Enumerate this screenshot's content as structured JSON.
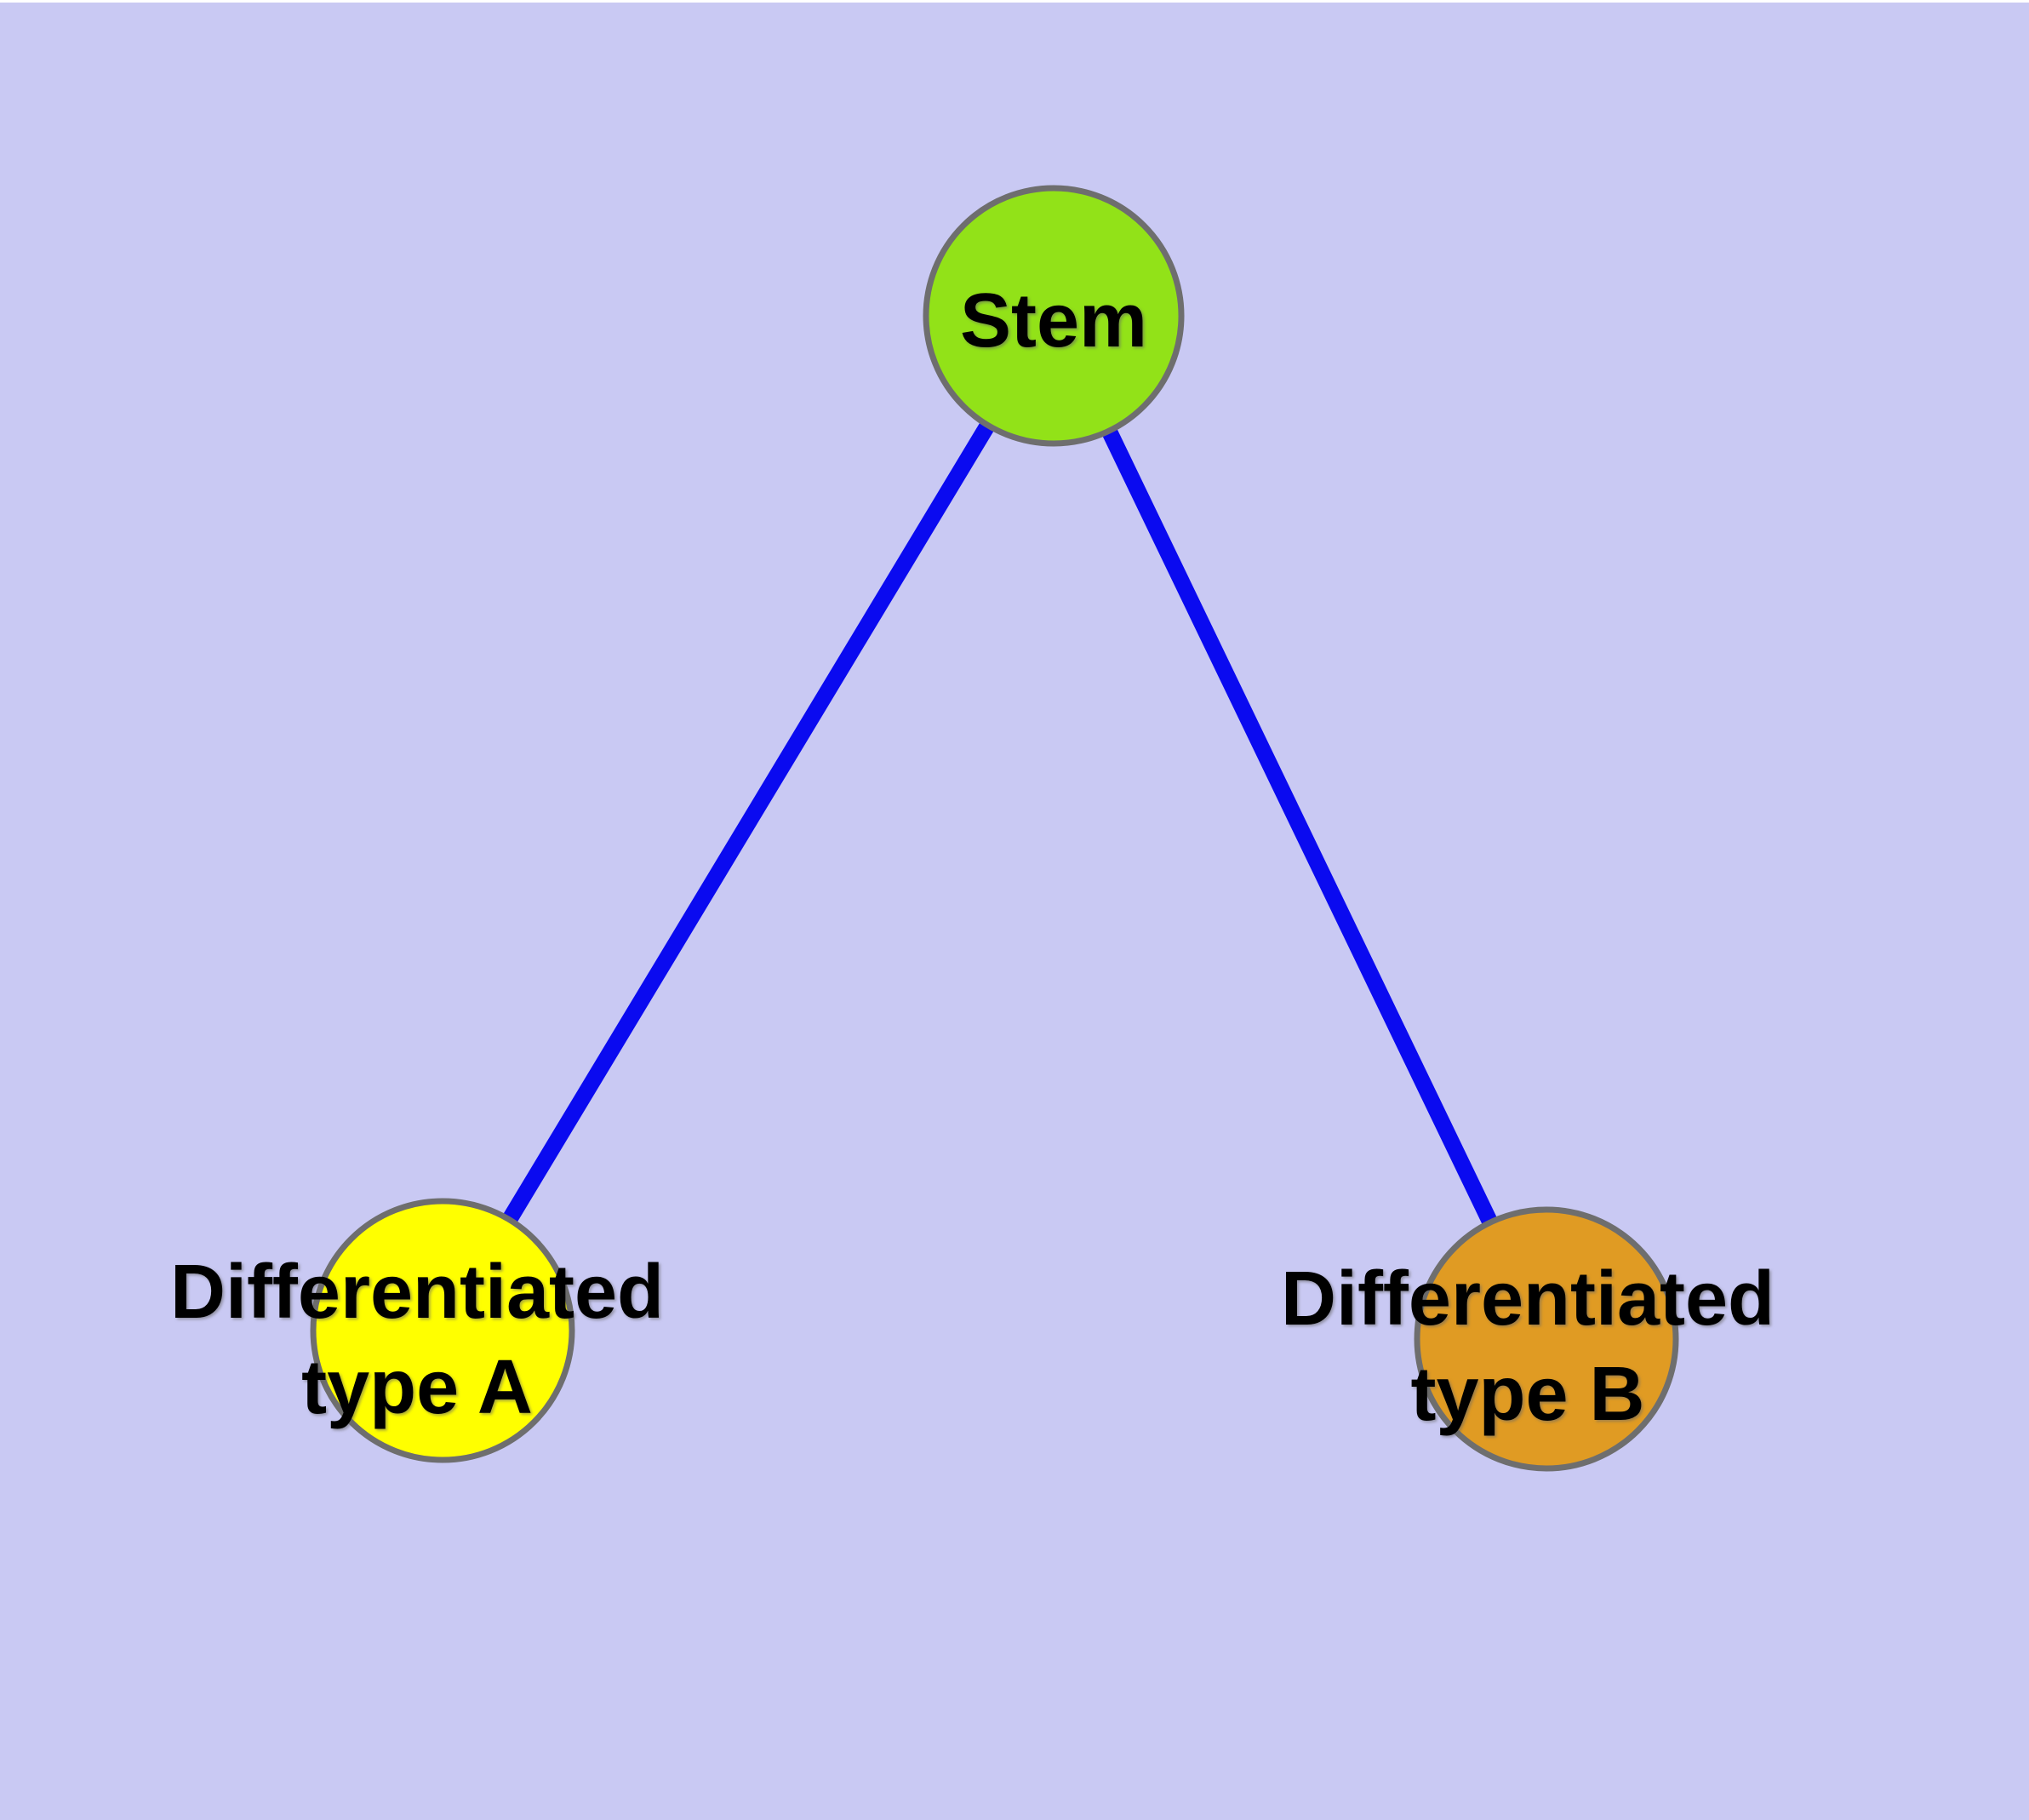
{
  "diagram": {
    "background_color": "#C9C9F3",
    "top_border_color": "#FFFFFF",
    "text_color": "#000000",
    "node_stroke_color": "#6E6E6E",
    "edge_color": "#0A0AF0",
    "nodes": {
      "stem": {
        "label": "Stem",
        "fill": "#92E218"
      },
      "type_a": {
        "label_line1": "Differentiated",
        "label_line2": "type A",
        "fill": "#FFFF00"
      },
      "type_b": {
        "label_line1": "Differentiated",
        "label_line2": "type B",
        "fill": "#E09B23"
      }
    },
    "edges": {
      "stem_to_type_a": {
        "from": "Stem",
        "to": "Differentiated type A"
      },
      "stem_to_type_b": {
        "from": "Stem",
        "to": "Differentiated type B"
      }
    }
  }
}
